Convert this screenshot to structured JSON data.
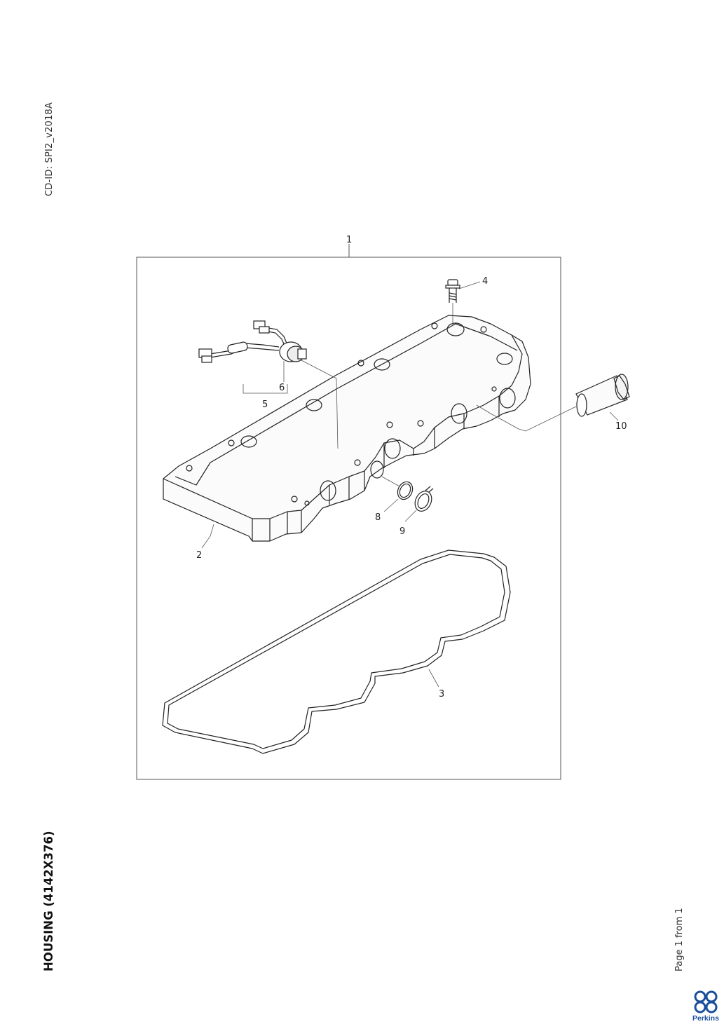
{
  "document": {
    "cd_id": "CD-ID: SPI2_v2018A",
    "title": "HOUSING (4142X376)",
    "page_label": "Page 1 from 1",
    "brand": "Perkins",
    "brand_color": "#1b4f9c"
  },
  "callouts": [
    "1",
    "2",
    "3",
    "4",
    "5",
    "6",
    "8",
    "9",
    "10"
  ]
}
